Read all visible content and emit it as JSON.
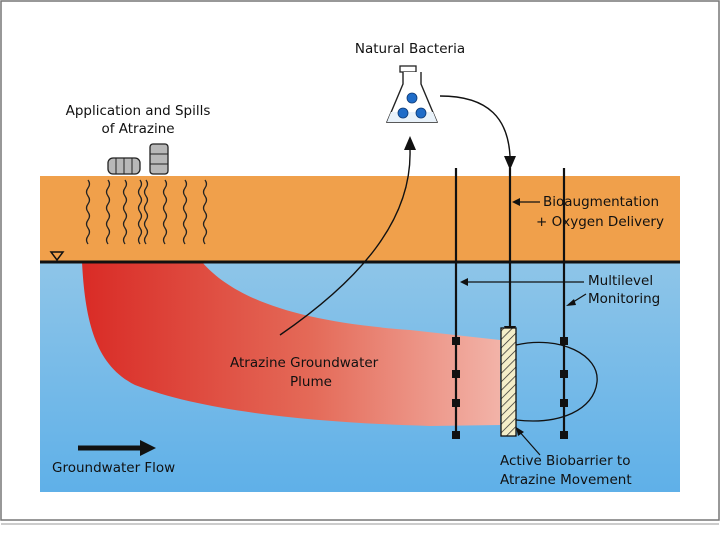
{
  "diagram": {
    "labels": {
      "natural_bacteria": "Natural Bacteria",
      "application_line1": "Application and Spills",
      "application_line2": "of Atrazine",
      "bioaugmentation_line1": "Bioaugmentation",
      "bioaugmentation_line2": "+ Oxygen Delivery",
      "monitoring_line1": "Multilevel",
      "monitoring_line2": "Monitoring",
      "plume_line1": "Atrazine Groundwater",
      "plume_line2": "Plume",
      "flow": "Groundwater Flow",
      "biobarrier_line1": "Active Biobarrier to",
      "biobarrier_line2": "Atrazine Movement"
    },
    "colors": {
      "soil": "#f0a04b",
      "groundwater_top": "#8ec5e8",
      "groundwater_bottom": "#5fb0e8",
      "plume_start": "#d92b26",
      "plume_end": "#f2b3a8",
      "line": "#111111"
    },
    "icons": [
      "flask-icon",
      "drum-icon",
      "barrel-icon",
      "water-table-icon"
    ]
  }
}
